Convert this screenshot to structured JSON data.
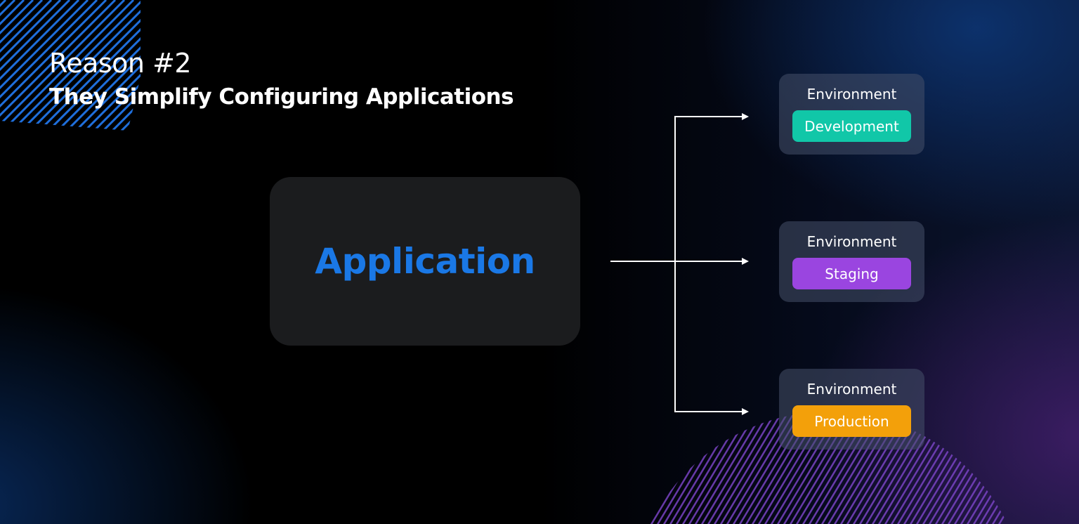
{
  "title": "Reason #2",
  "subtitle": "They Simplify Configuring Applications",
  "application": {
    "label": "Application",
    "color": "#1a78e6"
  },
  "environments": [
    {
      "heading": "Environment",
      "name": "Development",
      "color": "#11c7a8"
    },
    {
      "heading": "Environment",
      "name": "Staging",
      "color": "#9a45e0"
    },
    {
      "heading": "Environment",
      "name": "Production",
      "color": "#f3a00a"
    }
  ],
  "colors": {
    "background": "#000000",
    "connector": "#ffffff",
    "stripes_top_left": "#1f6fdc",
    "stripes_bottom_right": "#7a44c4"
  }
}
